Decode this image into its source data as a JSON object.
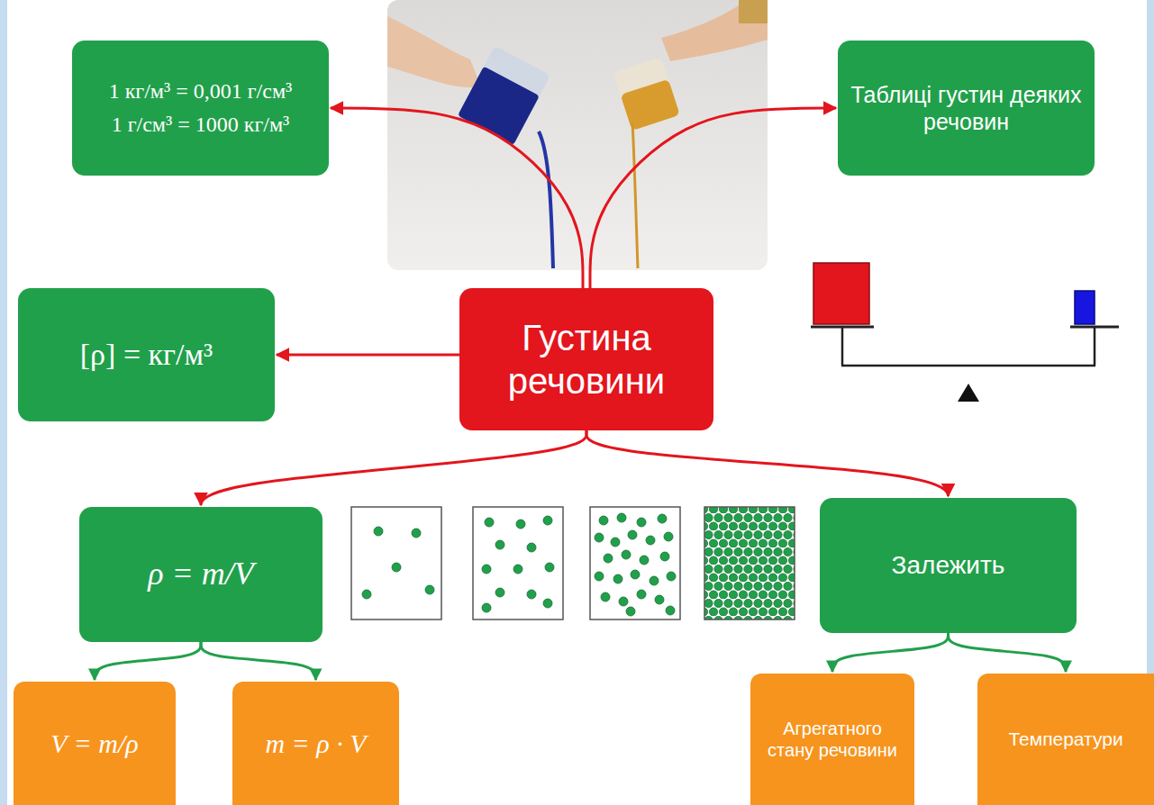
{
  "diagram": {
    "nodes": [
      {
        "text": [
          "1 кг/м³ = 0,001 г/см³",
          "1 г/см³ = 1000 кг/м³"
        ]
      },
      {
        "text": [
          "Таблиці густин деяких речовин"
        ]
      },
      {
        "text": [
          "[ρ] = кг/м³"
        ]
      },
      {
        "text": [
          "Густина речовини"
        ]
      },
      {
        "text": [
          "ρ = m/V"
        ]
      },
      {
        "text": [
          "Залежить"
        ]
      },
      {
        "text": [
          "V = m/ρ"
        ]
      },
      {
        "text": [
          "m = ρ · V"
        ]
      },
      {
        "text": [
          "Агрегатного стану речовини"
        ]
      },
      {
        "text": [
          "Температури"
        ]
      }
    ],
    "edges": [
      {
        "from": 3,
        "to": 0,
        "arrow": "to"
      },
      {
        "from": 3,
        "to": 1,
        "arrow": "to"
      },
      {
        "from": 3,
        "to": 2,
        "arrow": "to"
      },
      {
        "from": 3,
        "to": 4,
        "arrow": "to"
      },
      {
        "from": 3,
        "to": 5,
        "arrow": "to"
      },
      {
        "from": 4,
        "to": 6,
        "arrow": "to"
      },
      {
        "from": 4,
        "to": 7,
        "arrow": "to"
      },
      {
        "from": 5,
        "to": 8,
        "arrow": "to"
      },
      {
        "from": 5,
        "to": 9,
        "arrow": "to"
      }
    ]
  }
}
